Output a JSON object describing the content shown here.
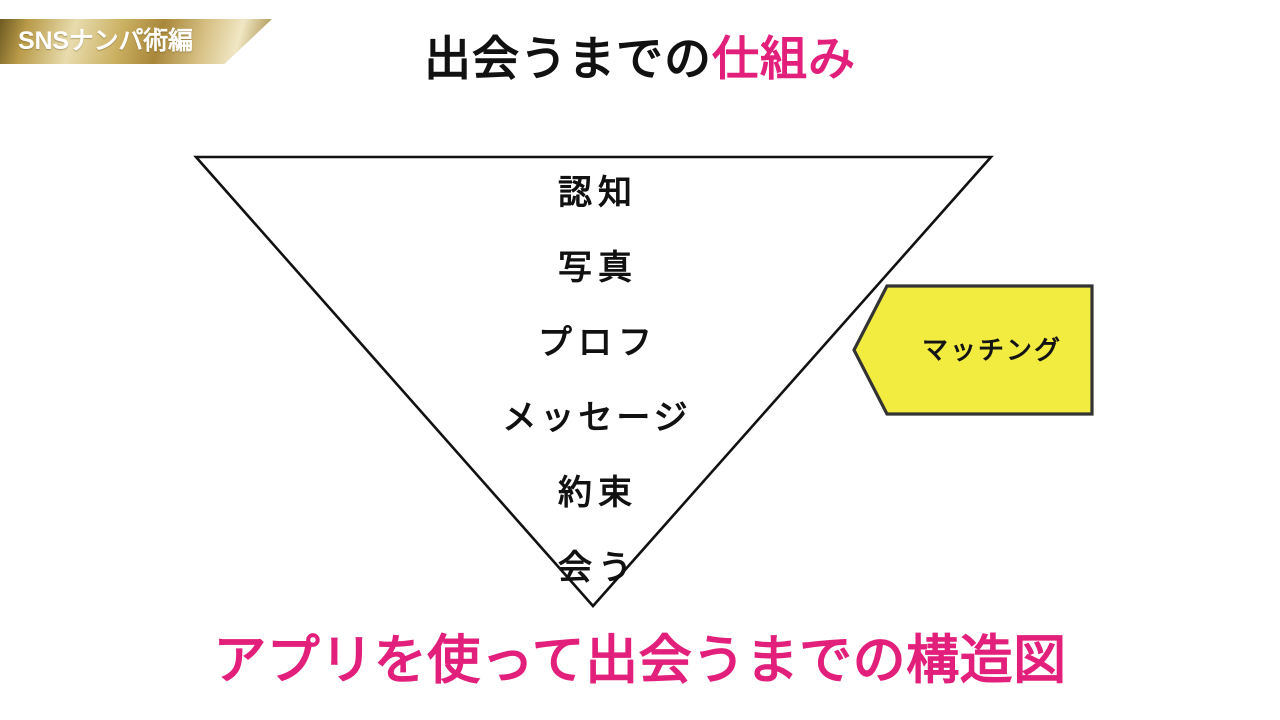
{
  "slide": {
    "background_color": "#ffffff",
    "accent_pink": "#e2207c",
    "callout_yellow": "#f2ec41",
    "ribbon_gold": "#cbb062"
  },
  "ribbon": {
    "label": "SNSナンパ術編"
  },
  "headline": {
    "plain_part": "出会うまでの",
    "accent_part": "仕組み",
    "full": "出会うまでの仕組み"
  },
  "funnel": {
    "shape": "inverted-triangle",
    "outline_color": "#111111",
    "divider_color": "#e6e6e6",
    "stages": [
      {
        "label": "認知",
        "font_size": 34,
        "letter_spacing": 6
      },
      {
        "label": "写真",
        "font_size": 34,
        "letter_spacing": 6
      },
      {
        "label": "プロフ",
        "font_size": 34,
        "letter_spacing": 6
      },
      {
        "label": "メッセージ",
        "font_size": 34,
        "letter_spacing": 4
      },
      {
        "label": "約束",
        "font_size": 34,
        "letter_spacing": 6
      },
      {
        "label": "会う",
        "font_size": 34,
        "letter_spacing": 6
      }
    ]
  },
  "callout": {
    "label": "マッチング",
    "fill": "#f2ec41",
    "stroke": "#333333",
    "points_to_stage": "メッセージ"
  },
  "caption": {
    "text": "アプリを使って出会うまでの構造図"
  }
}
